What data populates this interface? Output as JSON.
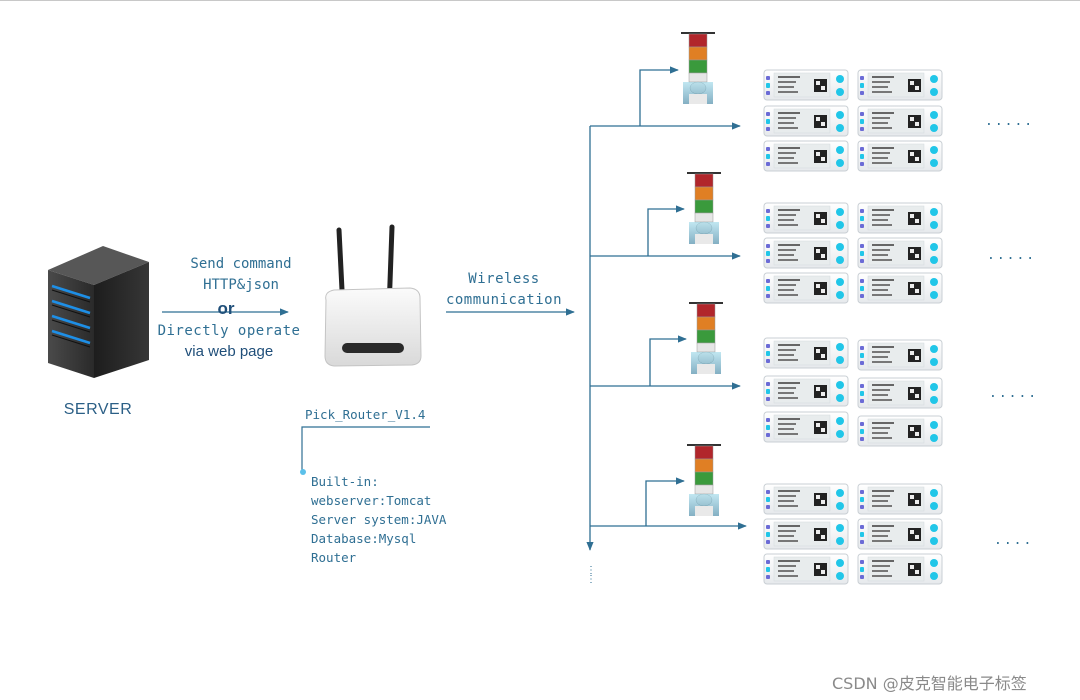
{
  "server": {
    "label": "SERVER"
  },
  "command": {
    "line1": "Send command",
    "line2": "HTTP&json",
    "or": "or",
    "line3": "Directly operate",
    "line4": "via web page"
  },
  "wireless": {
    "line1": "Wireless",
    "line2": "communication"
  },
  "router": {
    "name": "Pick_Router_V1.4",
    "builtin": [
      "Built-in:",
      "webserver:Tomcat",
      "Server system:JAVA",
      "Database:Mysql",
      "Router"
    ]
  },
  "tag_groups": [
    {
      "dots": "....."
    },
    {
      "dots": "....."
    },
    {
      "dots": "....."
    },
    {
      "dots": "...."
    }
  ],
  "more_groups": "⋮",
  "watermark": "CSDN @皮克智能电子标签",
  "colors": {
    "line": "#2f6f93",
    "text": "#2f6f93",
    "server_accent": "#1e8fe6",
    "tag_accent": "#21c6e8"
  }
}
